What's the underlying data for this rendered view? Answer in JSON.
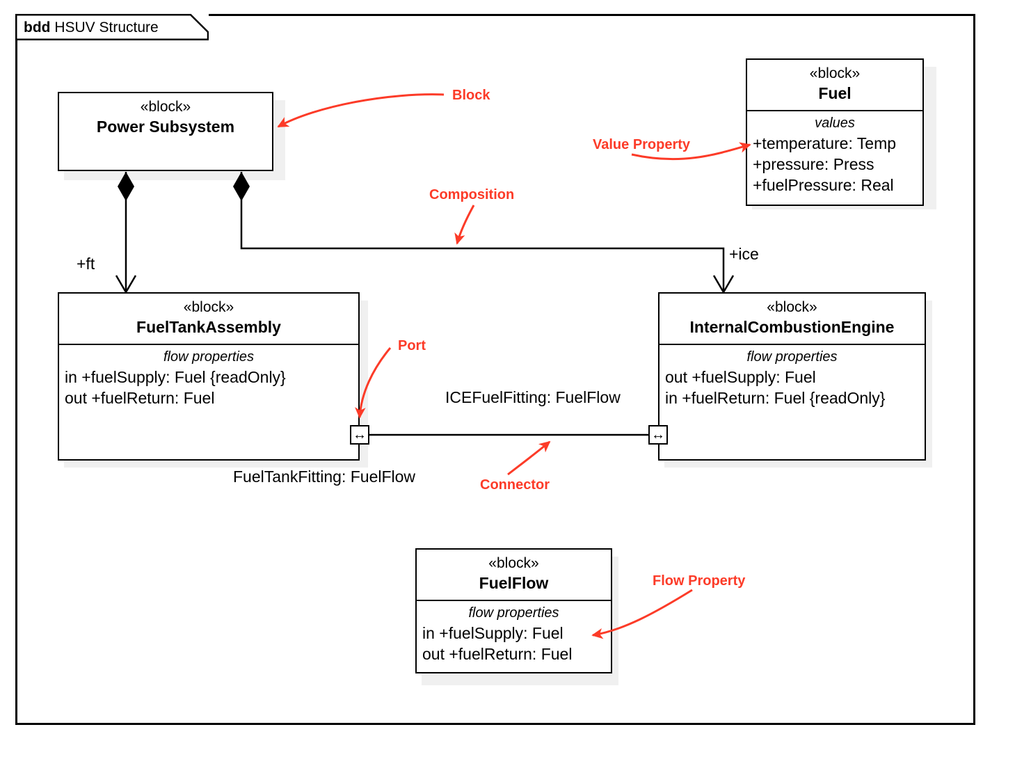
{
  "diagram": {
    "kind": "bdd",
    "title": "HSUV Structure"
  },
  "blocks": [
    {
      "id": "power-subsystem",
      "stereotype": "«block»",
      "name": "Power Subsystem",
      "compartments": []
    },
    {
      "id": "fuel",
      "stereotype": "«block»",
      "name": "Fuel",
      "compartments": [
        {
          "title": "values",
          "items": [
            "+temperature: Temp",
            "+pressure: Press",
            "+fuelPressure: Real"
          ]
        }
      ]
    },
    {
      "id": "fuel-tank-assembly",
      "stereotype": "«block»",
      "name": "FuelTankAssembly",
      "compartments": [
        {
          "title": "flow properties",
          "items": [
            "in +fuelSupply: Fuel {readOnly}",
            "out +fuelReturn: Fuel"
          ]
        }
      ]
    },
    {
      "id": "internal-combustion-engine",
      "stereotype": "«block»",
      "name": "InternalCombustionEngine",
      "compartments": [
        {
          "title": "flow properties",
          "items": [
            "out +fuelSupply: Fuel",
            "in +fuelReturn: Fuel {readOnly}"
          ]
        }
      ]
    },
    {
      "id": "fuel-flow",
      "stereotype": "«block»",
      "name": "FuelFlow",
      "compartments": [
        {
          "title": "flow properties",
          "items": [
            "in +fuelSupply: Fuel",
            "out +fuelReturn: Fuel"
          ]
        }
      ]
    }
  ],
  "edge_labels": {
    "ft": "+ft",
    "ice": "+ice",
    "fuel_tank_fitting": "FuelTankFitting: FuelFlow",
    "ice_fuel_fitting": "ICEFuelFitting: FuelFlow"
  },
  "ports": {
    "fuel_tank_port_glyph": "↔",
    "ice_port_glyph": "↔"
  },
  "annotations": [
    {
      "id": "block",
      "label": "Block"
    },
    {
      "id": "value-property",
      "label": "Value Property"
    },
    {
      "id": "composition",
      "label": "Composition"
    },
    {
      "id": "port",
      "label": "Port"
    },
    {
      "id": "connector",
      "label": "Connector"
    },
    {
      "id": "flow-property",
      "label": "Flow Property"
    }
  ],
  "colors": {
    "annotation_red": "#fc3b28",
    "line_black": "#000000",
    "shadow_gray": "#f0f0f0",
    "background": "#ffffff"
  }
}
